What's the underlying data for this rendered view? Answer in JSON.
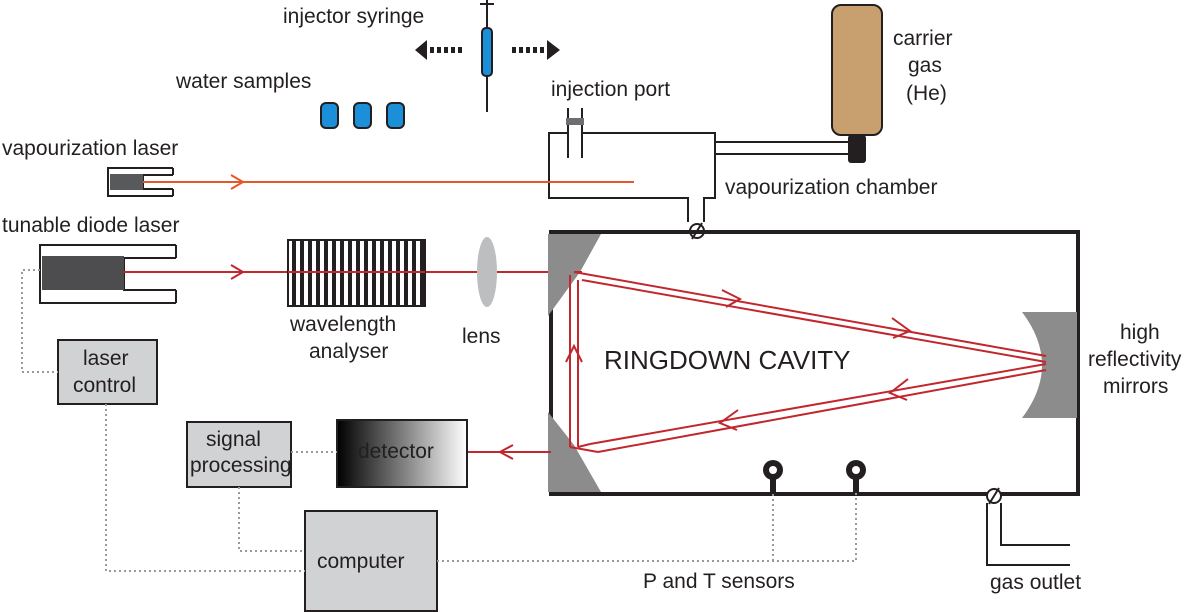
{
  "labels": {
    "injector_syringe": "injector syringe",
    "water_samples": "water samples",
    "injection_port": "injection port",
    "carrier_gas_line1": "carrier",
    "carrier_gas_line2": "gas",
    "carrier_gas_line3": "(He)",
    "vapourization_laser": "vapourization laser",
    "vapourization_chamber": "vapourization chamber",
    "tunable_diode_laser": "tunable diode laser",
    "wavelength_analyser_line1": "wavelength",
    "wavelength_analyser_line2": "analyser",
    "lens": "lens",
    "ringdown_cavity": "RINGDOWN CAVITY",
    "high_reflectivity_line1": "high",
    "high_reflectivity_line2": "reflectivity",
    "high_reflectivity_line3": "mirrors",
    "laser_control_line1": "laser",
    "laser_control_line2": "control",
    "signal_processing_line1": "signal",
    "signal_processing_line2": "processing",
    "detector": "detector",
    "computer": "computer",
    "p_and_t_sensors": "P and T sensors",
    "gas_outlet": "gas outlet"
  },
  "colors": {
    "beam_red": "#c1272d",
    "vapour_laser_beam": "#e8572b",
    "water_blue": "#1b8fd8",
    "gas_tank": "#c8a070",
    "mirror_gray": "#8c8c8c",
    "box_gray": "#d1d2d4",
    "outline": "#231f20",
    "dotted_gray": "#9a9a9a"
  }
}
